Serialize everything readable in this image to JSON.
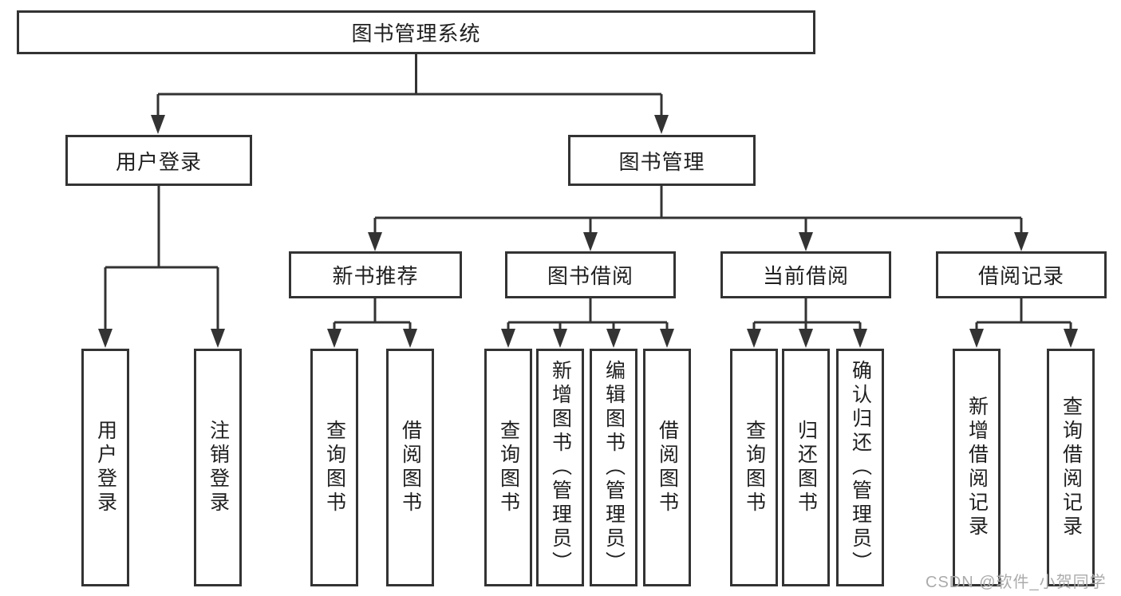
{
  "diagram_type": "hierarchy-tree",
  "nodes": {
    "root": "图书管理系统",
    "login": "用户登录",
    "mgmt": "图书管理",
    "login_children": [
      "用户登录",
      "注销登录"
    ],
    "mgmt_children": [
      "新书推荐",
      "图书借阅",
      "当前借阅",
      "借阅记录"
    ],
    "recommend_children": [
      "查询图书",
      "借阅图书"
    ],
    "borrow_children": [
      "查询图书",
      "新增图书（管理员）",
      "编辑图书（管理员）",
      "借阅图书"
    ],
    "current_children": [
      "查询图书",
      "归还图书",
      "确认归还（管理员）"
    ],
    "record_children": [
      "新增借阅记录",
      "查询借阅记录"
    ]
  },
  "watermark": "CSDN @软件_小贺同学",
  "colors": {
    "line": "#333333",
    "border": "#333333",
    "text": "#1f1f1f",
    "watermark": "#ababab",
    "background": "#ffffff"
  }
}
